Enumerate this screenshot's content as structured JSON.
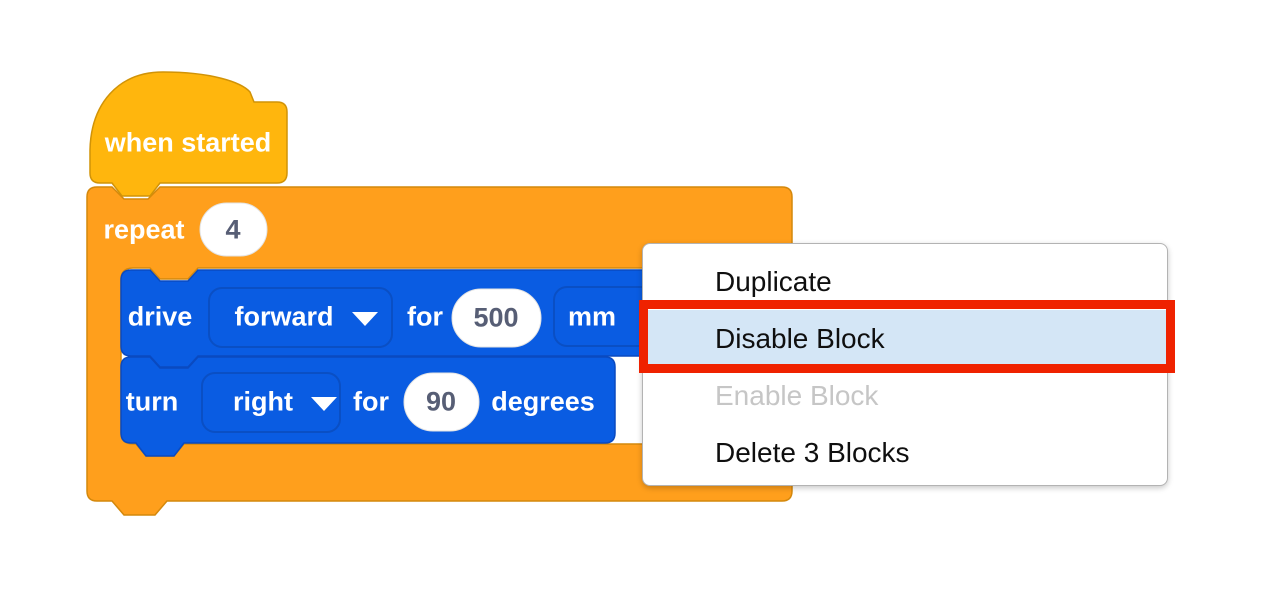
{
  "colors": {
    "hat-fill": "#FFB60D",
    "hat-stroke": "#D19307",
    "ctl-fill": "#FF9F1C",
    "ctl-stroke": "#D4880C",
    "drv-fill": "#0A5CE2",
    "drv-stroke": "#0A4AC0",
    "dd-stroke": "#0A4FC4",
    "oval-text": "#575E75",
    "menu-highlight": "#D4E6F6",
    "menu-disabled": "#C6C6C6",
    "annotation": "#EF2200"
  },
  "blocks": {
    "hat": {
      "label": "when started"
    },
    "repeat": {
      "label": "repeat",
      "count": "4"
    },
    "drive": {
      "verb": "drive",
      "direction": "forward",
      "preposition": "for",
      "distance": "500",
      "unit": "mm"
    },
    "turn": {
      "verb": "turn",
      "direction": "right",
      "preposition": "for",
      "angle": "90",
      "unit": "degrees"
    }
  },
  "context_menu": {
    "items": [
      {
        "label": "Duplicate",
        "enabled": true,
        "highlighted": false
      },
      {
        "label": "Disable Block",
        "enabled": true,
        "highlighted": true
      },
      {
        "label": "Enable Block",
        "enabled": false,
        "highlighted": false
      },
      {
        "label": "Delete 3 Blocks",
        "enabled": true,
        "highlighted": false
      }
    ]
  }
}
